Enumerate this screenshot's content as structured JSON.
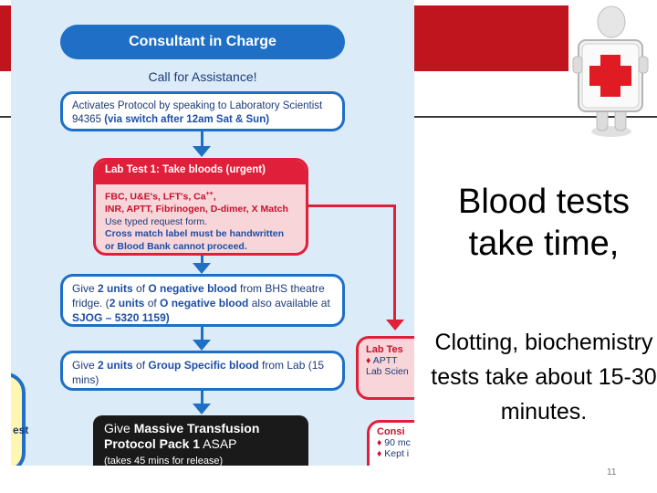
{
  "flowchart": {
    "header": "Consultant in Charge",
    "call": "Call for Assistance!",
    "activate_plain": "Activates Protocol by speaking to Laboratory Scientist 94365 ",
    "activate_bold": "(via switch after 12am Sat & Sun)",
    "labtest1": {
      "title": "Lab Test 1: Take bloods (urgent)",
      "line1": "FBC, U&E's, LFT's, Ca",
      "line1_sup": "++",
      "line1_end": ",",
      "line2": "INR, APTT, Fibrinogen, D-dimer, X Match",
      "line3": "Use typed request form.",
      "line4": "Cross match label must be handwritten",
      "line5": "or Blood Bank cannot proceed."
    },
    "oneg": {
      "p1": "Give ",
      "b1": "2 units",
      "p2": " of ",
      "b2": "O negative blood",
      "p3": " from BHS theatre fridge. (",
      "b3": "2 units",
      "p4": " of ",
      "b4": "O negative blood",
      "p5": " also available at ",
      "b5": "SJOG – 5320 1159)"
    },
    "groupspec": {
      "p1": "Give ",
      "b1": "2 units",
      "p2": " of ",
      "b2": "Group Specific blood",
      "p3": " from Lab (15 mins)"
    },
    "mtp": {
      "p1": "Give ",
      "b1": "Massive Transfusion Protocol Pack 1",
      "p2": " ASAP",
      "small": "(takes 45 mins for release)"
    },
    "side_labtest": {
      "title": "Lab Tes",
      "row1": "APTT",
      "row2": "Lab Scien"
    },
    "side_consider": {
      "title": "Consi",
      "row1": "90 mc",
      "row2": "Kept i"
    },
    "left_edge_text": "est"
  },
  "slide": {
    "title": "Blood tests take time,",
    "subtitle": "Clotting, biochemistry tests take about 15-30 minutes.",
    "page_number": "11"
  },
  "colors": {
    "red_banner": "#c0141e",
    "flow_blue": "#1f6fc6",
    "alert_red": "#e0203a"
  }
}
